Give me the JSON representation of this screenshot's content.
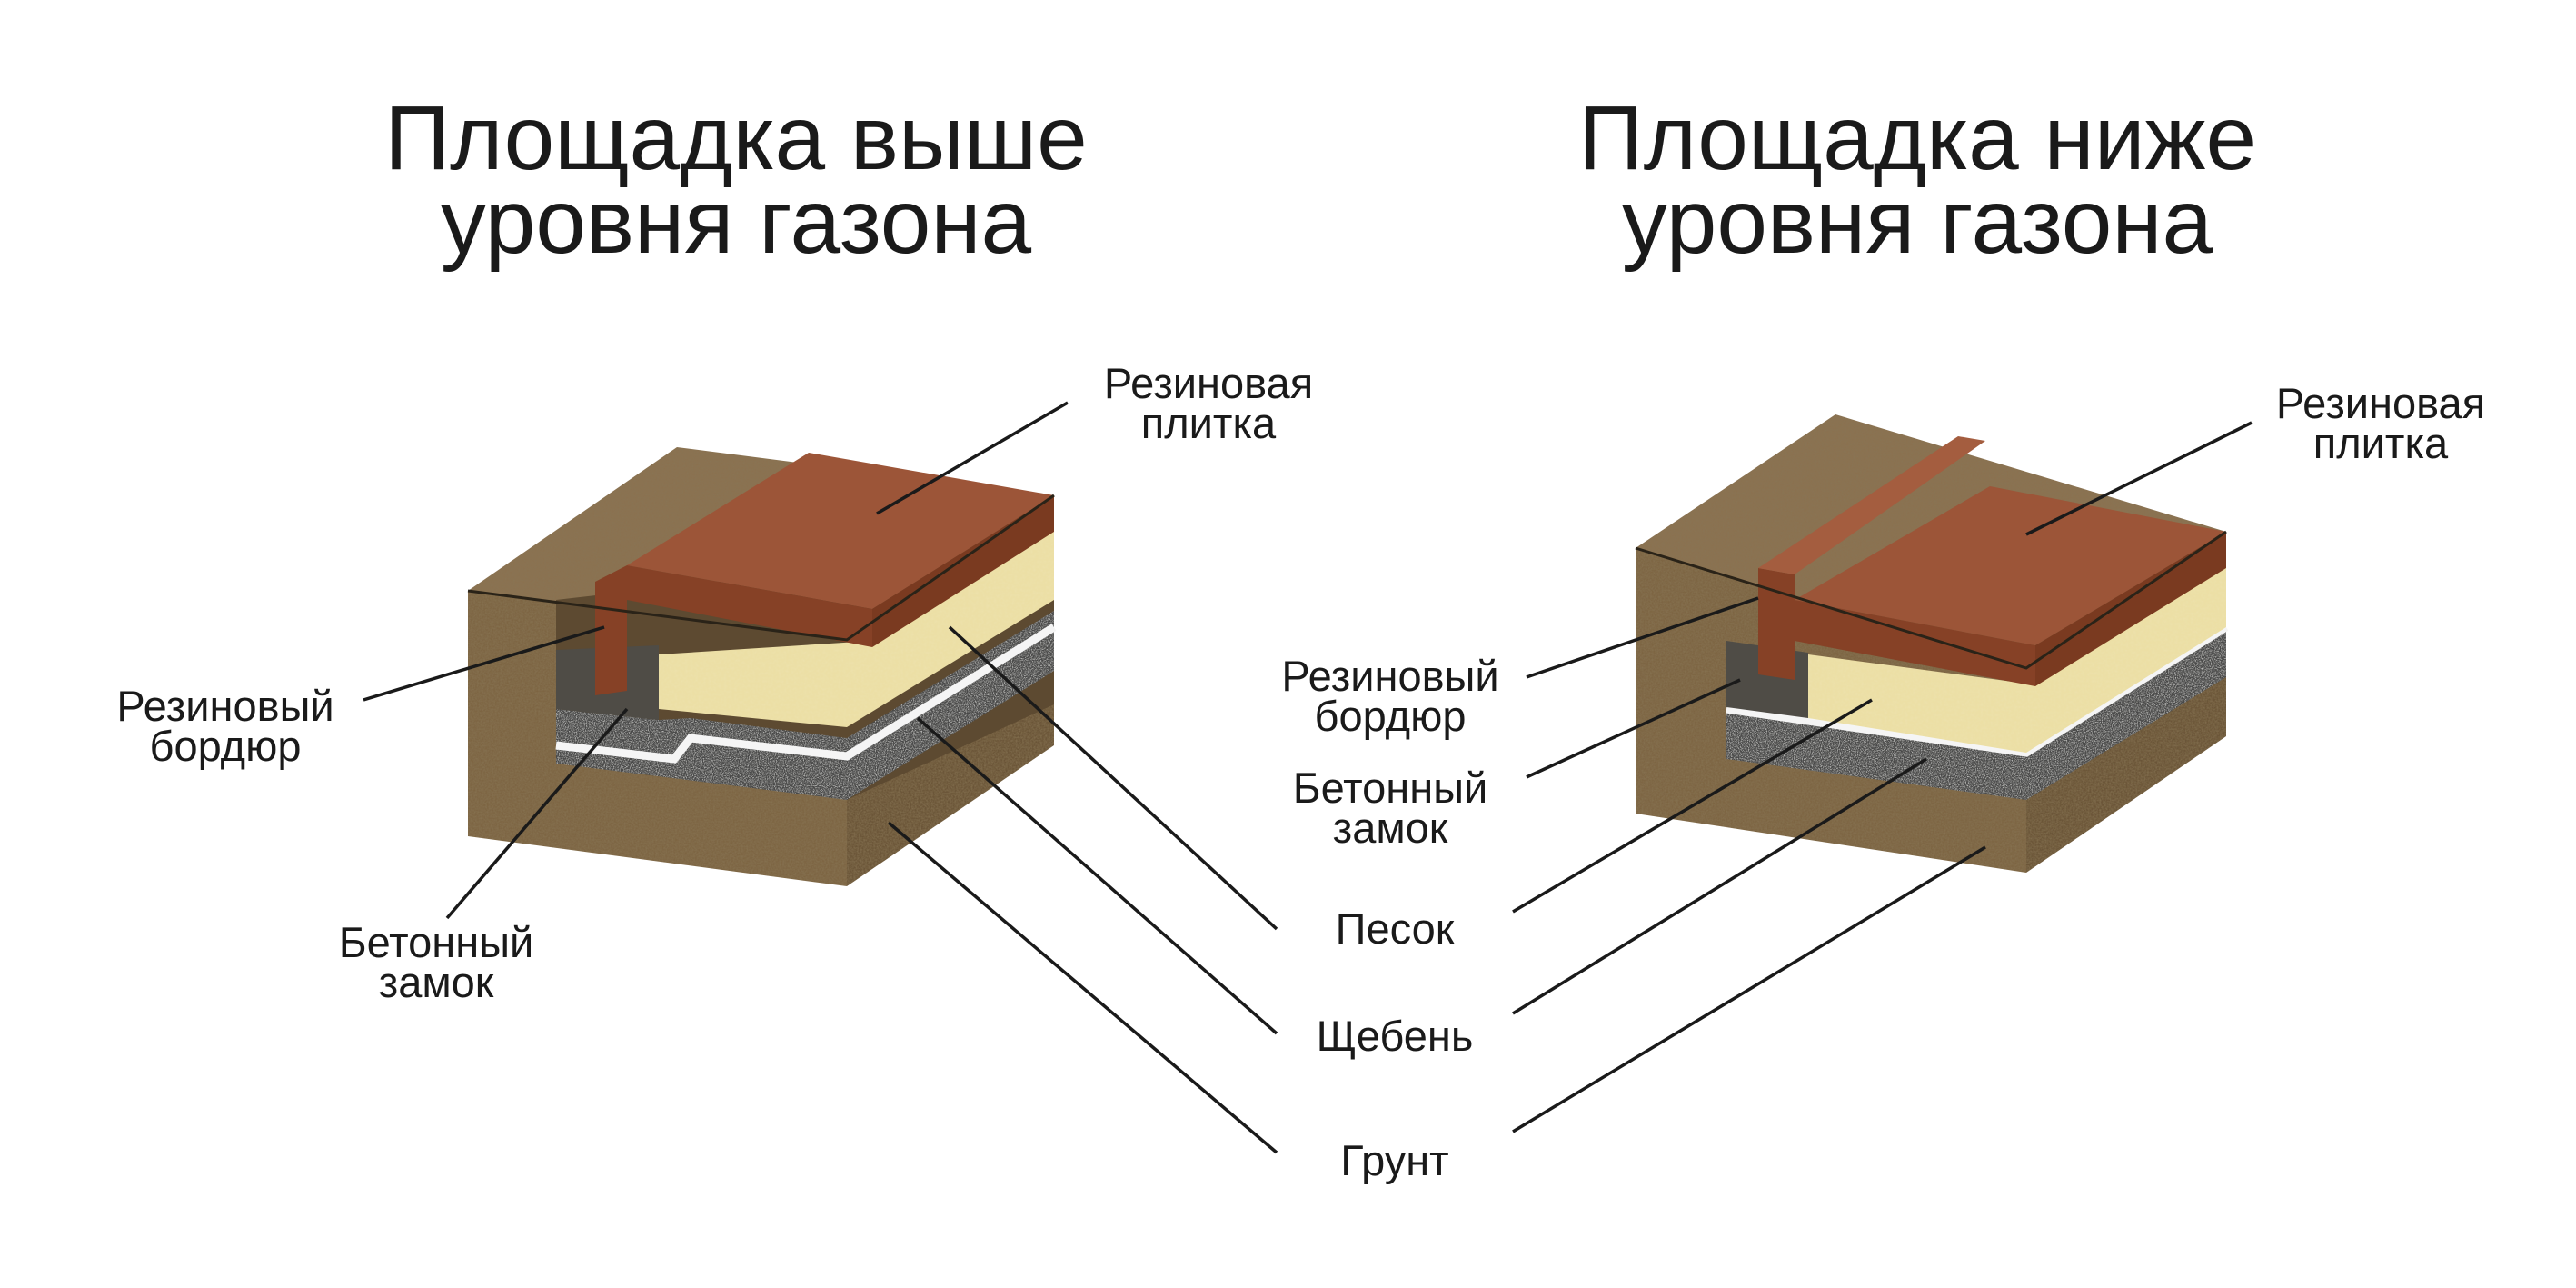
{
  "diagrams": {
    "left": {
      "title_line1": "Площадка выше",
      "title_line2": "уровня газона",
      "labels": {
        "tile_1": "Резиновая",
        "tile_2": "плитка",
        "curb_1": "Резиновый",
        "curb_2": "бордюр",
        "lock_1": "Бетонный",
        "lock_2": "замок"
      }
    },
    "right": {
      "title_line1": "Площадка ниже",
      "title_line2": "уровня газона",
      "labels": {
        "tile_1": "Резиновая",
        "tile_2": "плитка",
        "curb_1": "Резиновый",
        "curb_2": "бордюр",
        "lock_1": "Бетонный",
        "lock_2": "замок"
      }
    }
  },
  "shared_labels": {
    "sand": "Песок",
    "gravel": "Щебень",
    "soil": "Грунт"
  },
  "colors": {
    "soil": "#7d6543",
    "sand": "#ecdfa5",
    "gravel": "#4a4a48",
    "concrete": "#4f4c46",
    "rubber_top": "#9c5538",
    "rubber_side": "#864126"
  }
}
